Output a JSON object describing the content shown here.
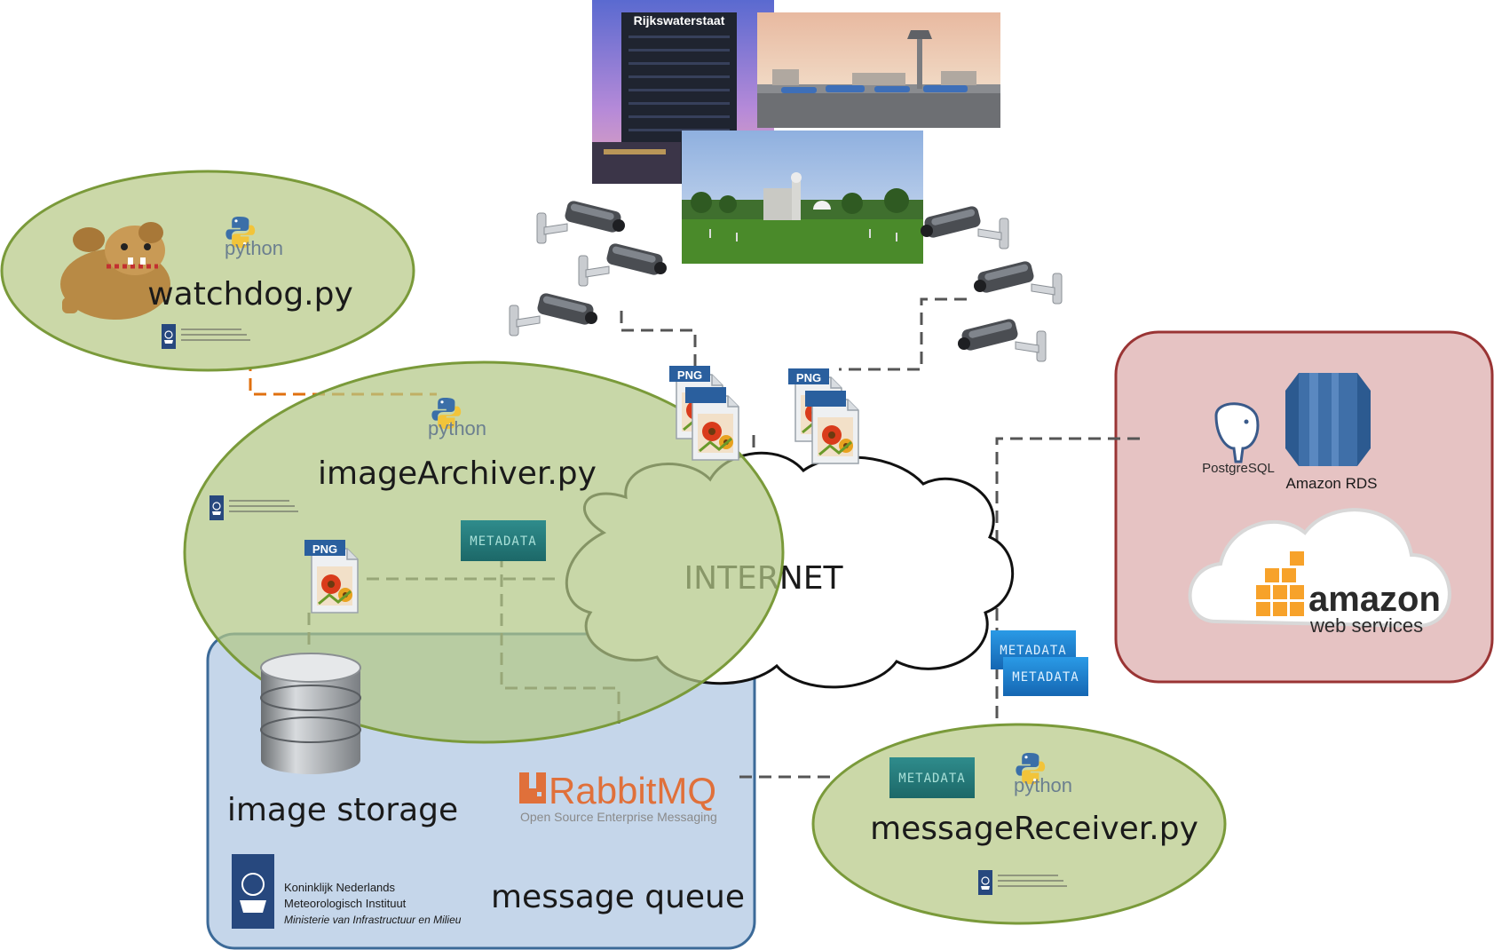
{
  "colors": {
    "green_fill": "#cbd8a8",
    "green_stroke": "#7a9a3a",
    "blue_fill": "#c5d6ea",
    "blue_stroke": "#3c6a98",
    "red_fill": "#e6c3c3",
    "red_stroke": "#9a3434",
    "dash_gray": "#555555",
    "dash_orange": "#e0700f",
    "metadata_teal": "#2f8c8c",
    "metadata_blue": "#1d7fcf",
    "png_badge": "#2a5f9e",
    "rabbit_orange": "#e0703a",
    "aws_orange": "#f7a22a"
  },
  "nodes": {
    "watchdog": {
      "label": "watchdog.py",
      "python": "python"
    },
    "archiver": {
      "label": "imageArchiver.py",
      "python": "python"
    },
    "receiver": {
      "label": "messageReceiver.py",
      "python": "python"
    },
    "storage": {
      "label": "image storage"
    },
    "queue": {
      "label": "message queue"
    },
    "internet": {
      "label": "INTERNET"
    }
  },
  "knmi_logo": {
    "line1": "Koninklijk Nederlands",
    "line2": "Meteorologisch Instituut",
    "line3": "Ministerie van Infrastructuur en Milieu"
  },
  "rabbitmq": {
    "name": "RabbitMQ",
    "tagline": "Open Source Enterprise Messaging"
  },
  "aws": {
    "postgres": "PostgreSQL",
    "rds": "Amazon RDS",
    "amazon": "amazon",
    "webservices": "web services"
  },
  "badges": {
    "png": "PNG",
    "metadata": "METADATA"
  },
  "photos": {
    "building_sign": "Rijkswaterstaat"
  },
  "icons": [
    "python-logo-icon",
    "bulldog-icon",
    "security-camera-icon",
    "png-file-icon",
    "database-icon",
    "cloud-icon",
    "aws-cubes-icon",
    "postgresql-elephant-icon",
    "rds-icon",
    "knmi-crest-icon"
  ]
}
